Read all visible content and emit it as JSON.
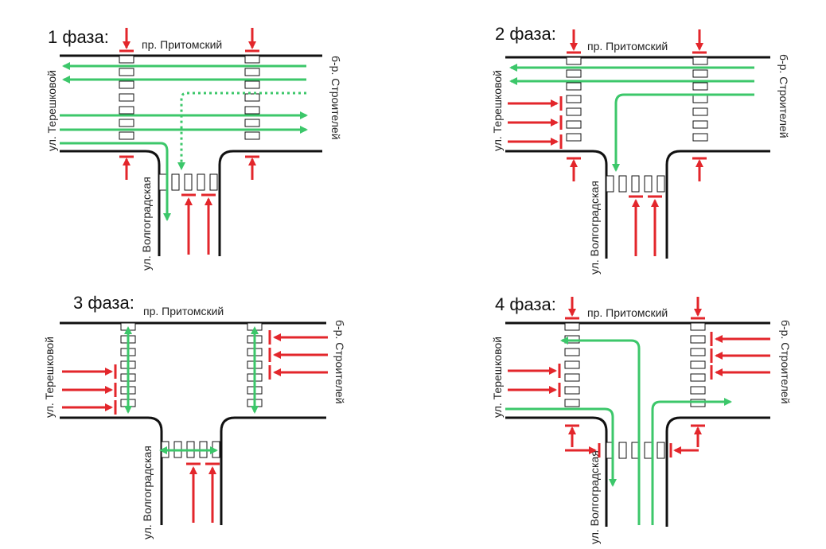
{
  "phases": [
    {
      "title": "1 фаза:",
      "top_street": "пр. Притомский",
      "left_street": "ул. Терешковой",
      "right_street": "б-р. Строителей",
      "bottom_street": "ул. Волгоградская"
    },
    {
      "title": "2 фаза:",
      "top_street": "пр. Притомский",
      "left_street": "ул. Терешковой",
      "right_street": "б-р. Строителей",
      "bottom_street": "ул. Волгоградская"
    },
    {
      "title": "3 фаза:",
      "top_street": "пр. Притомский",
      "left_street": "ул. Терешковой",
      "right_street": "б-р. Строителей",
      "bottom_street": "ул. Волгоградская"
    },
    {
      "title": "4 фаза:",
      "top_street": "пр. Притомский",
      "left_street": "ул. Терешковой",
      "right_street": "б-р. Строителей",
      "bottom_street": "ул. Волгоградская"
    }
  ],
  "colors": {
    "vehicle_flow": "#3cc76a",
    "pedestrian_stop": "#e3262b",
    "pedestrian_go": "#3cc76a",
    "road_edge": "#111111"
  }
}
